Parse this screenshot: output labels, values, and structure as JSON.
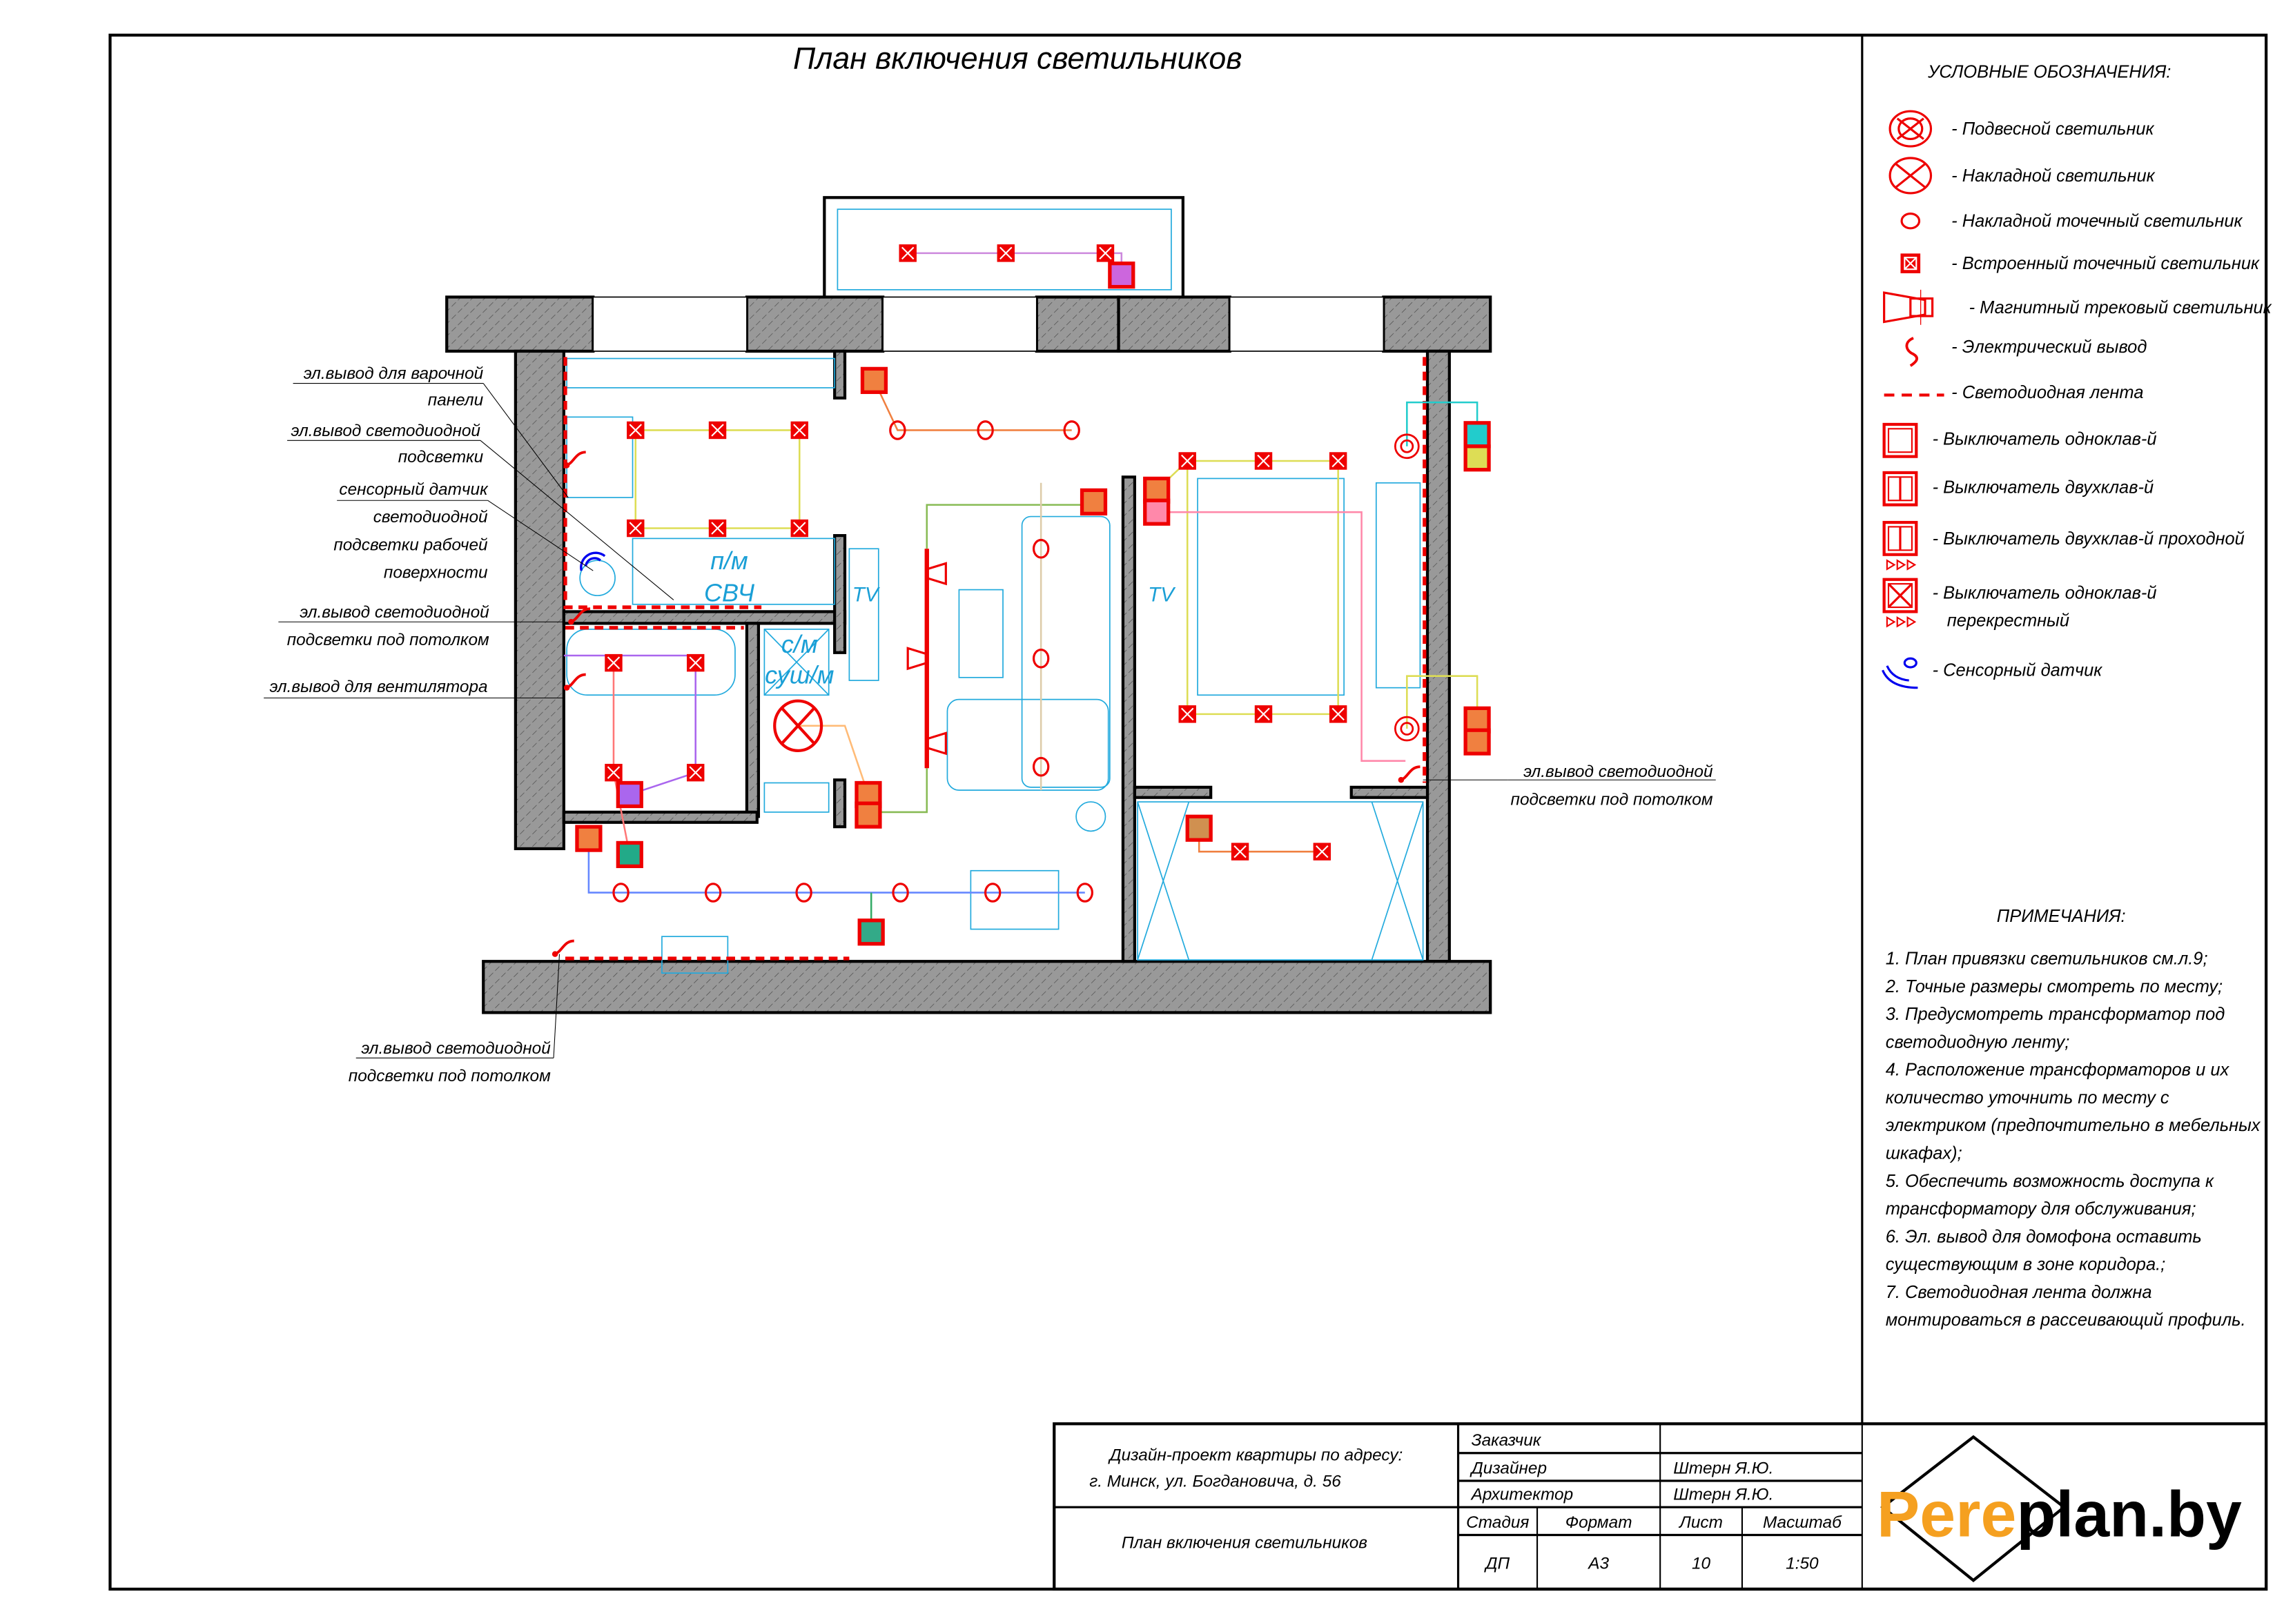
{
  "title": "План включения светильников",
  "legend": {
    "heading": "УСЛОВНЫЕ ОБОЗНАЧЕНИЯ:",
    "items": [
      {
        "icon": "pendant-light-icon",
        "label": "- Подвесной светильник"
      },
      {
        "icon": "surface-light-icon",
        "label": "- Накладной светильник"
      },
      {
        "icon": "surface-spot-icon",
        "label": "- Накладной точечный светильник"
      },
      {
        "icon": "recessed-spot-icon",
        "label": "- Встроенный точечный светильник"
      },
      {
        "icon": "track-light-icon",
        "label": "- Магнитный трековый светильник"
      },
      {
        "icon": "electrical-outlet-icon",
        "label": "- Электрический вывод"
      },
      {
        "icon": "led-strip-icon",
        "label": "- Светодиодная лента"
      },
      {
        "icon": "switch-single-icon",
        "label": "- Выключатель одноклав-й"
      },
      {
        "icon": "switch-double-icon",
        "label": "- Выключатель двухклав-й"
      },
      {
        "icon": "switch-double-passthrough-icon",
        "label": "- Выключатель двухклав-й проходной"
      },
      {
        "icon": "switch-cross-icon",
        "label": "- Выключатель одноклав-й",
        "label2": "перекрестный"
      },
      {
        "icon": "sensor-icon",
        "label": "- Сенсорный датчик"
      }
    ]
  },
  "notes": {
    "heading": "ПРИМЕЧАНИЯ:",
    "lines": [
      {
        "text": "1.   План привязки светильников см.л.9;",
        "color": "#000000"
      },
      {
        "text": "2.   Точные размеры смотреть по месту;",
        "color": "#000000"
      },
      {
        "text": "3.   Предусмотреть трансформатор под",
        "color": "#ee0000"
      },
      {
        "text": "светодиодную ленту;",
        "color": "#ee0000"
      },
      {
        "text": "4.   Расположение трансформаторов и их",
        "color": "#ee0000"
      },
      {
        "text": "количество уточнить по месту с",
        "color": "#ee0000"
      },
      {
        "text": "электриком (предпочтительно в мебельных",
        "color": "#ee0000"
      },
      {
        "text": "шкафах);",
        "color": "#ee0000"
      },
      {
        "text": "5.   Обеспечить возможность доступа к",
        "color": "#ee0000"
      },
      {
        "text": "трансформатору для обслуживания;",
        "color": "#ee0000"
      },
      {
        "text": "6.   Эл. вывод для домофона оставить",
        "color": "#ee0000"
      },
      {
        "text": "существующим в зоне коридора.;",
        "color": "#ee0000"
      },
      {
        "text": "7.   Светодиодная лента должна",
        "color": "#000000"
      },
      {
        "text": "монтироваться в рассеивающий профиль.",
        "color": "#000000"
      }
    ]
  },
  "annotations": {
    "hob": [
      "эл.вывод для варочной",
      "панели"
    ],
    "led_outlet": [
      "эл.вывод светодиодной",
      "подсветки"
    ],
    "sensor": [
      "сенсорный датчик",
      "светодиодной",
      "подсветки рабочей",
      "поверхности"
    ],
    "ceiling_led_kitchen": [
      "эл.вывод светодиодной",
      "подсветки под потолком"
    ],
    "fan": [
      "эл.вывод для вентилятора"
    ],
    "ceiling_led_bedroom": [
      "эл.вывод светодиодной",
      "подсветки под потолком"
    ],
    "ceiling_led_hall": [
      "эл.вывод светодиодной",
      "подсветки под потолком"
    ]
  },
  "room_labels": {
    "fridge": "п/м",
    "microwave": "СВЧ",
    "tv_living": "TV",
    "tv_bedroom": "TV",
    "washer": "с/м",
    "dryer": "суш/м"
  },
  "title_block": {
    "project_line1": "Дизайн-проект квартиры по адресу:",
    "project_line2": "г. Минск, ул. Богдановича, д. 56",
    "sheet_title": "План включения светильников",
    "roles": [
      {
        "role": "Заказчик",
        "name": ""
      },
      {
        "role": "Дизайнер",
        "name": "Штерн Я.Ю."
      },
      {
        "role": "Архитектор",
        "name": "Штерн Я.Ю."
      }
    ],
    "headers": [
      "Стадия",
      "Формат",
      "Лист",
      "Масштаб"
    ],
    "values": [
      "ДП",
      "А3",
      "10",
      "1:50"
    ],
    "logo": {
      "part1": "Pere",
      "part2": "plan.by",
      "accent": "#f5a020"
    }
  },
  "colors": {
    "fixture": "#ee0000",
    "furniture": "#22aadd",
    "sensor": "#0000ee",
    "wall": "#999999"
  }
}
